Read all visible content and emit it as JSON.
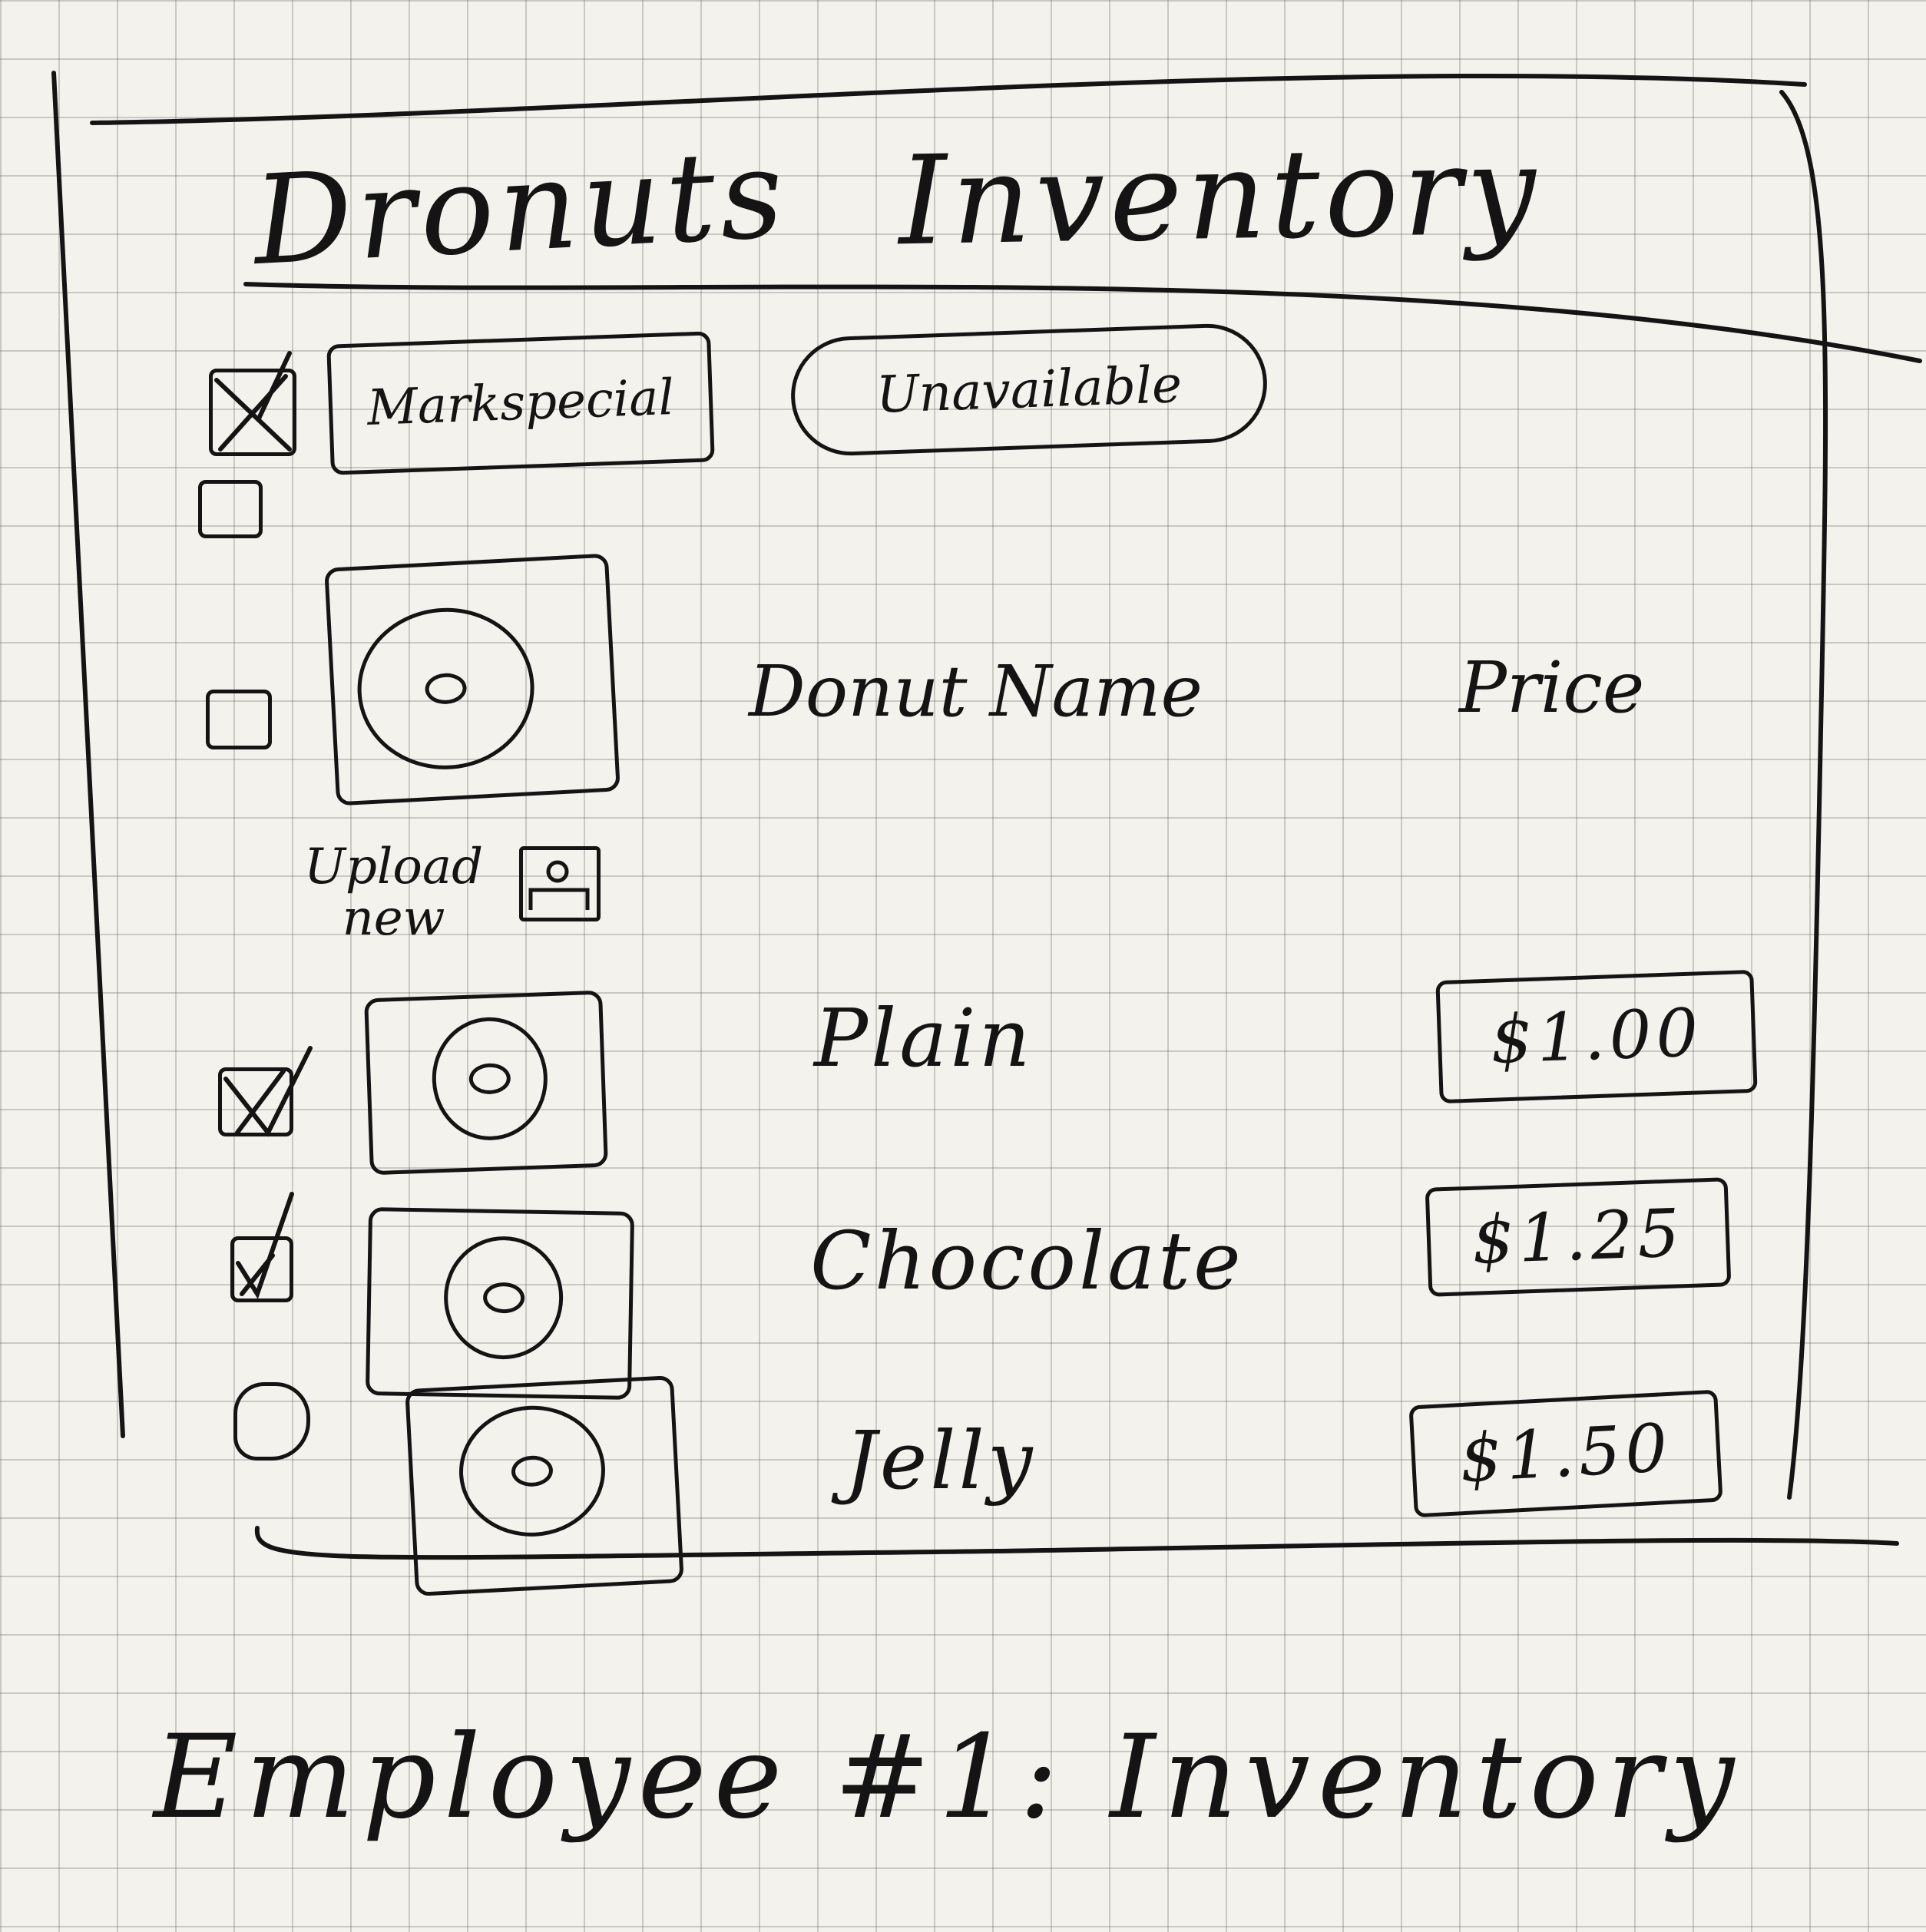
{
  "header": {
    "title_left": "Dronuts",
    "title_right": "Inventory"
  },
  "toolbar": {
    "mark_special_label": "Markspecial",
    "unavailable_label": "Unavailable"
  },
  "columns": {
    "name": "Donut Name",
    "price": "Price"
  },
  "upload": {
    "line1": "Upload",
    "line2": "new"
  },
  "checkboxes": {
    "toolbar_select_all_checked": true,
    "toolbar_second_checked": false,
    "header_row_checked": false
  },
  "rows": [
    {
      "name": "Plain",
      "price": "$1.00",
      "checked": true
    },
    {
      "name": "Chocolate",
      "price": "$1.25",
      "checked": true
    },
    {
      "name": "Jelly",
      "price": "$1.50",
      "checked": false
    }
  ],
  "footer": {
    "caption": "Employee #1: Inventory"
  }
}
